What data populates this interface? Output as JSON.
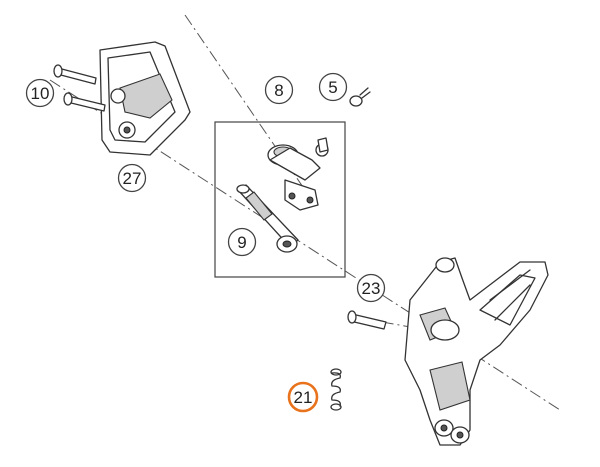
{
  "callouts": {
    "c5": "5",
    "c8": "8",
    "c9": "9",
    "c10": "10",
    "c21": "21",
    "c23": "23",
    "c27": "27"
  },
  "colors": {
    "highlight": "#e8731c",
    "outline": "#333333"
  }
}
